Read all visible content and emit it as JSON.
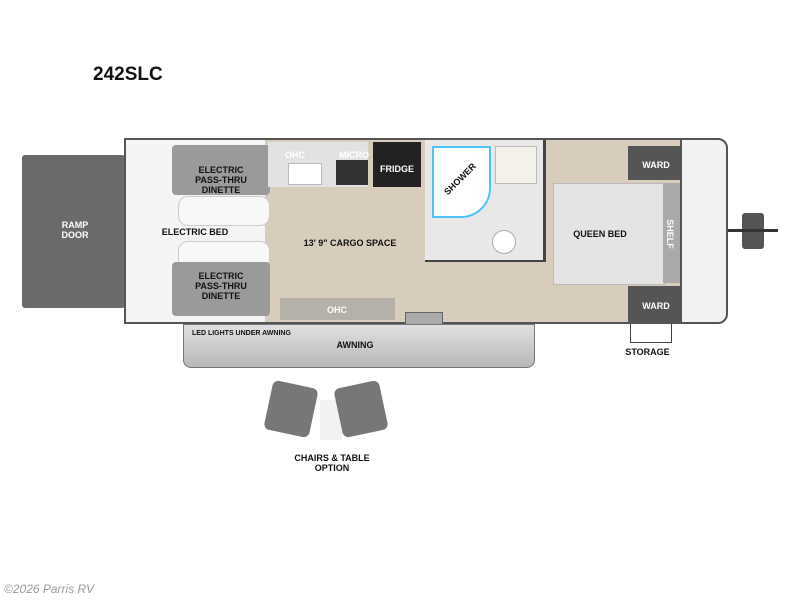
{
  "title": "242SLC",
  "labels": {
    "ramp_door": "RAMP\nDOOR",
    "electric_bed": "ELECTRIC BED",
    "dinette_top": "ELECTRIC\nPASS-THRU\nDINETTE",
    "dinette_bottom": "ELECTRIC\nPASS-THRU\nDINETTE",
    "ohc_top": "OHC",
    "micro": "MICRO",
    "fridge": "FRIDGE",
    "shower": "SHOWER",
    "cargo": "13' 9\" CARGO SPACE",
    "ohc_bottom": "OHC",
    "queen_bed": "QUEEN BED",
    "ward_top": "WARD",
    "ward_bottom": "WARD",
    "shelf": "SHELF",
    "storage": "STORAGE",
    "led": "LED LIGHTS UNDER AWNING",
    "awning": "AWNING",
    "chairs": "CHAIRS & TABLE\nOPTION"
  },
  "watermark": "©2026 Parris RV",
  "colors": {
    "floor": "#d8cdbd",
    "ramp": "#6a6a6a",
    "cabinet": "#5a5a5a",
    "awning": "#c8c8c8",
    "accent": "#4fc3f7"
  }
}
